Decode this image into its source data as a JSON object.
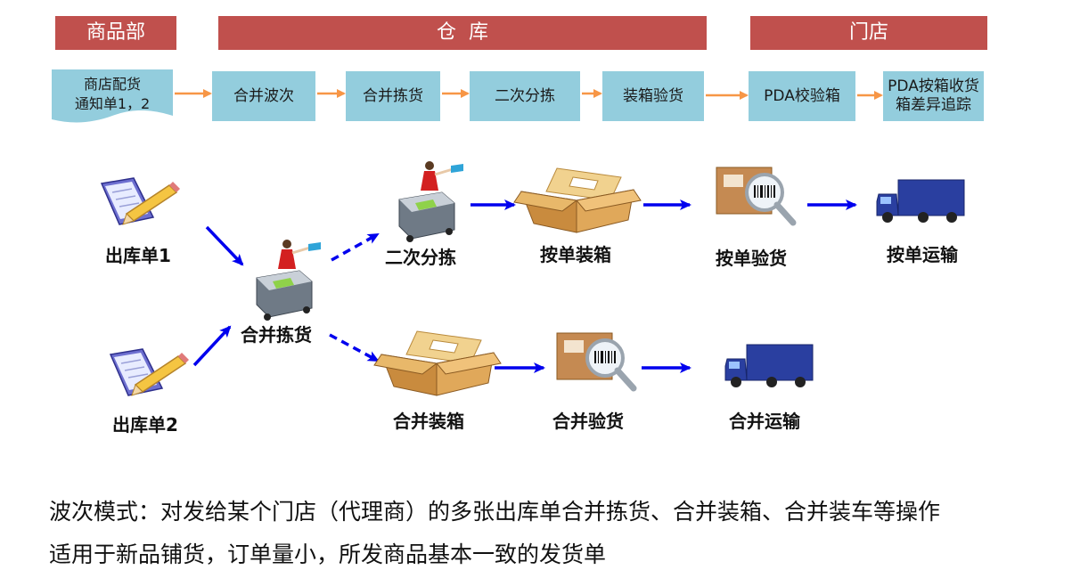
{
  "headers": {
    "dept": "商品部",
    "warehouse": "仓  库",
    "store": "门店"
  },
  "process": {
    "notice": [
      "商店配货",
      "通知单1，2"
    ],
    "merge_wave": "合并波次",
    "merge_pick": "合并拣货",
    "second_sort": "二次分拣",
    "pack_check": "装箱验货",
    "pda_check": "PDA校验箱",
    "pda_receive": [
      "PDA按箱收货",
      "箱差异追踪"
    ]
  },
  "flow": {
    "order1": "出库单1",
    "order2": "出库单2",
    "merge_pick": "合并拣货",
    "second_sort": "二次分拣",
    "pack_by_order": "按单装箱",
    "check_by_order": "按单验货",
    "ship_by_order": "按单运输",
    "merge_pack": "合并装箱",
    "merge_check": "合并验货",
    "merge_ship": "合并运输"
  },
  "notes": {
    "line1": "波次模式：对发给某个门店（代理商）的多张出库单合并拣货、合并装箱、合并装车等操作",
    "line2": "适用于新品铺货，订单量小，所发商品基本一致的发货单"
  },
  "colors": {
    "header_bg": "#c0504d",
    "step_bg": "#93cddd",
    "step_arrow": "#f79646",
    "flow_arrow": "#0000ee"
  }
}
